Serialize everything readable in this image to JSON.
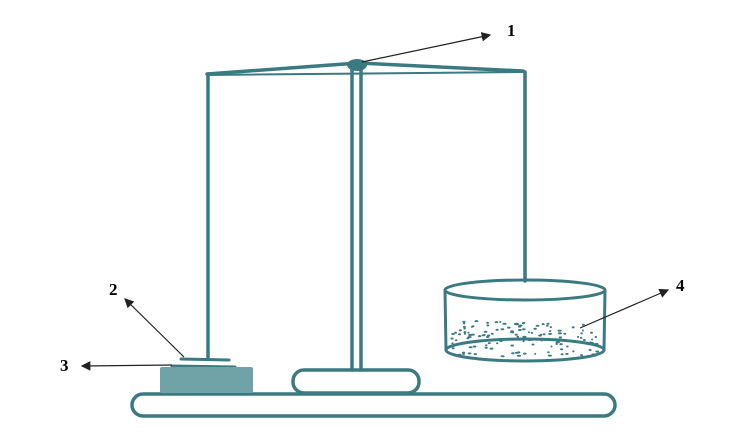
{
  "colors": {
    "stroke": "#3a7a80",
    "block_fill": "#6fa3a8",
    "arrow": "#222222"
  },
  "labels": [
    {
      "id": "1",
      "text": "1"
    },
    {
      "id": "2",
      "text": "2"
    },
    {
      "id": "3",
      "text": "3"
    },
    {
      "id": "4",
      "text": "4"
    }
  ]
}
